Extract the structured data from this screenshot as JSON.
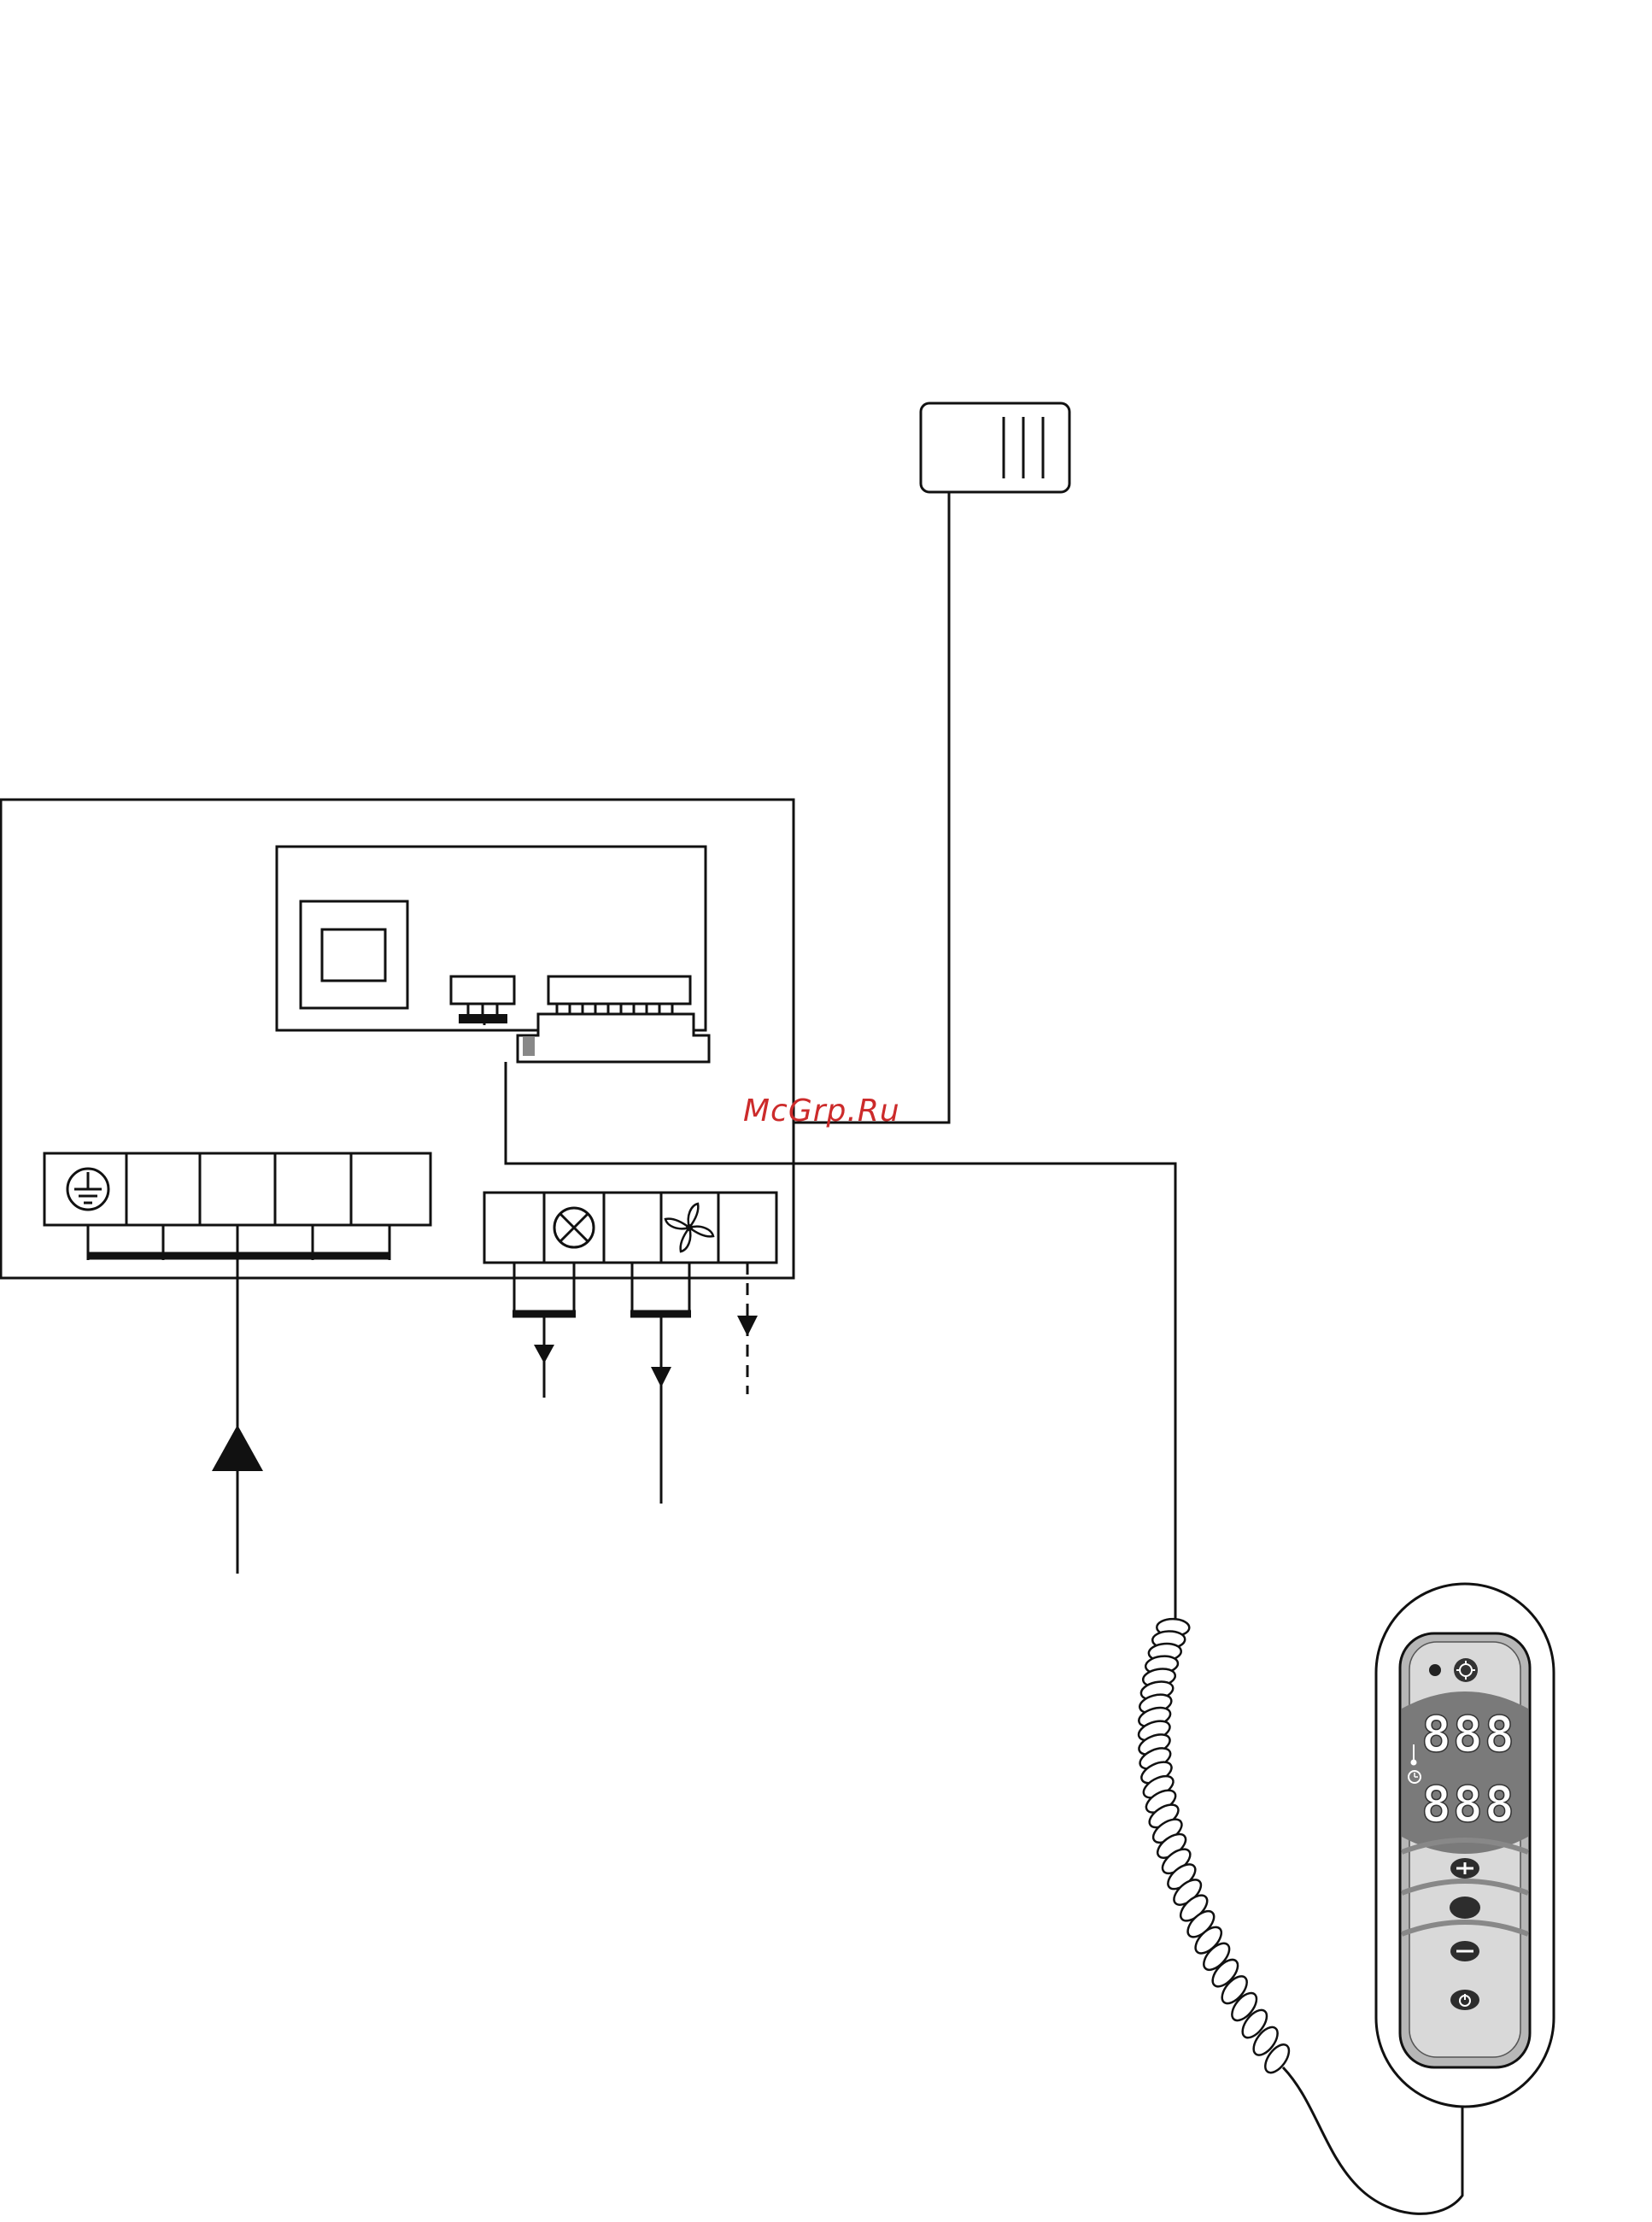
{
  "watermark": {
    "text": "McGrp.Ru",
    "color": "#cc2b2b"
  },
  "controller": {
    "display_top": "888",
    "display_bottom": "888"
  },
  "icons": {
    "earth": "ground-icon",
    "lamp": "lamp-icon",
    "fan": "fan-icon",
    "light": "light-icon",
    "thermometer": "thermometer-icon",
    "clock": "clock-icon",
    "plus": "plus-icon",
    "set": "set-button-icon",
    "minus": "minus-icon",
    "power": "power-icon"
  },
  "colors": {
    "line": "#111111",
    "panel": "#b7b7b7",
    "display": "#7a7a7a",
    "button": "#2d2d2d"
  }
}
